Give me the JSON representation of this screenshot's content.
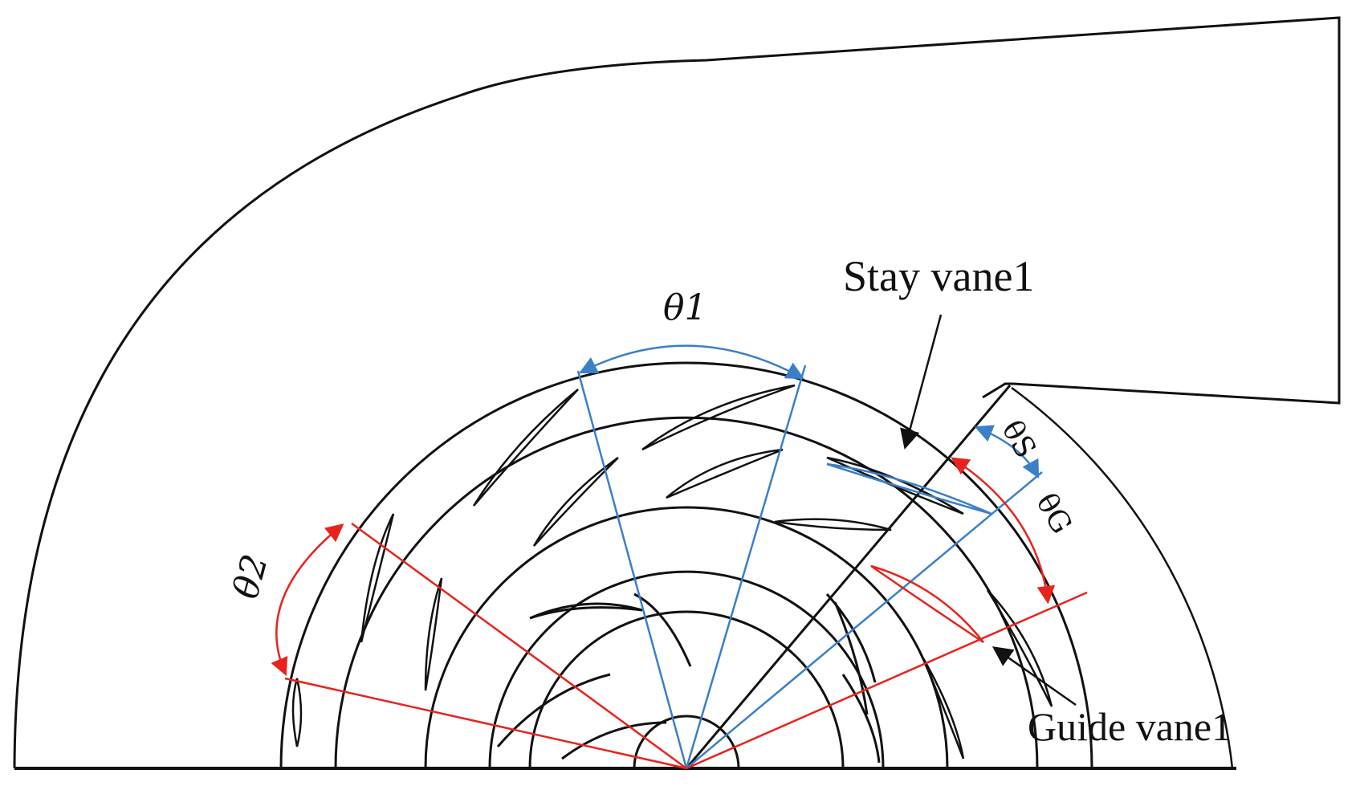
{
  "labels": {
    "stay_vane": "Stay vane1",
    "guide_vane": "Guide vane1",
    "theta1": "θ1",
    "theta2": "θ2",
    "thetaS": "θS",
    "thetaG": "θG"
  },
  "colors": {
    "outline": "#111111",
    "blue": "#3a7fc8",
    "red": "#e8231d",
    "background": "#ffffff"
  }
}
